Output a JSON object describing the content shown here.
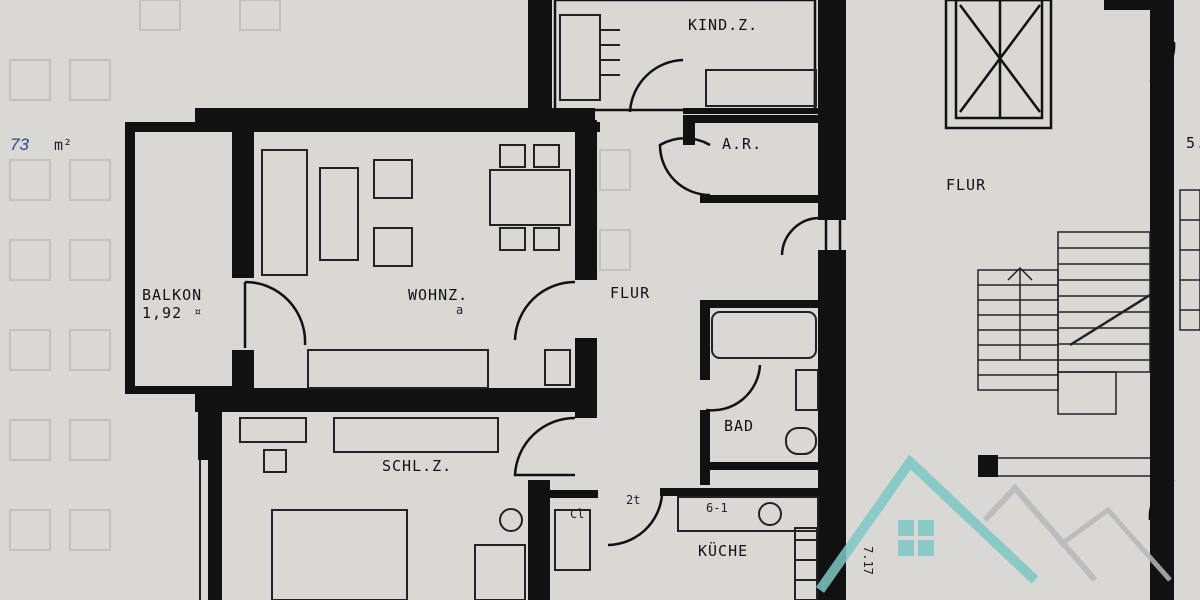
{
  "area_note": {
    "value": "73",
    "unit": "m²"
  },
  "rooms": {
    "kind": "KIND.Z.",
    "ar": "A.R.",
    "flur_left": "FLUR",
    "flur_right": "FLUR",
    "balkon": "BALKON",
    "balkon_area": "1,92",
    "balkon_unit": "¤",
    "wohnz": "WOHNZ.",
    "wohnz_mark": "a",
    "schlz": "SCHL.Z.",
    "bad": "BAD",
    "kueche": "KÜCHE",
    "edge_5": "5."
  },
  "annotations": {
    "kitchen_left_a": "Cl",
    "kitchen_left_b": "2t",
    "kitchen_counter": "6-1",
    "vertical_note": "7.17"
  },
  "watermark": {
    "color": "#7cc8c4"
  }
}
